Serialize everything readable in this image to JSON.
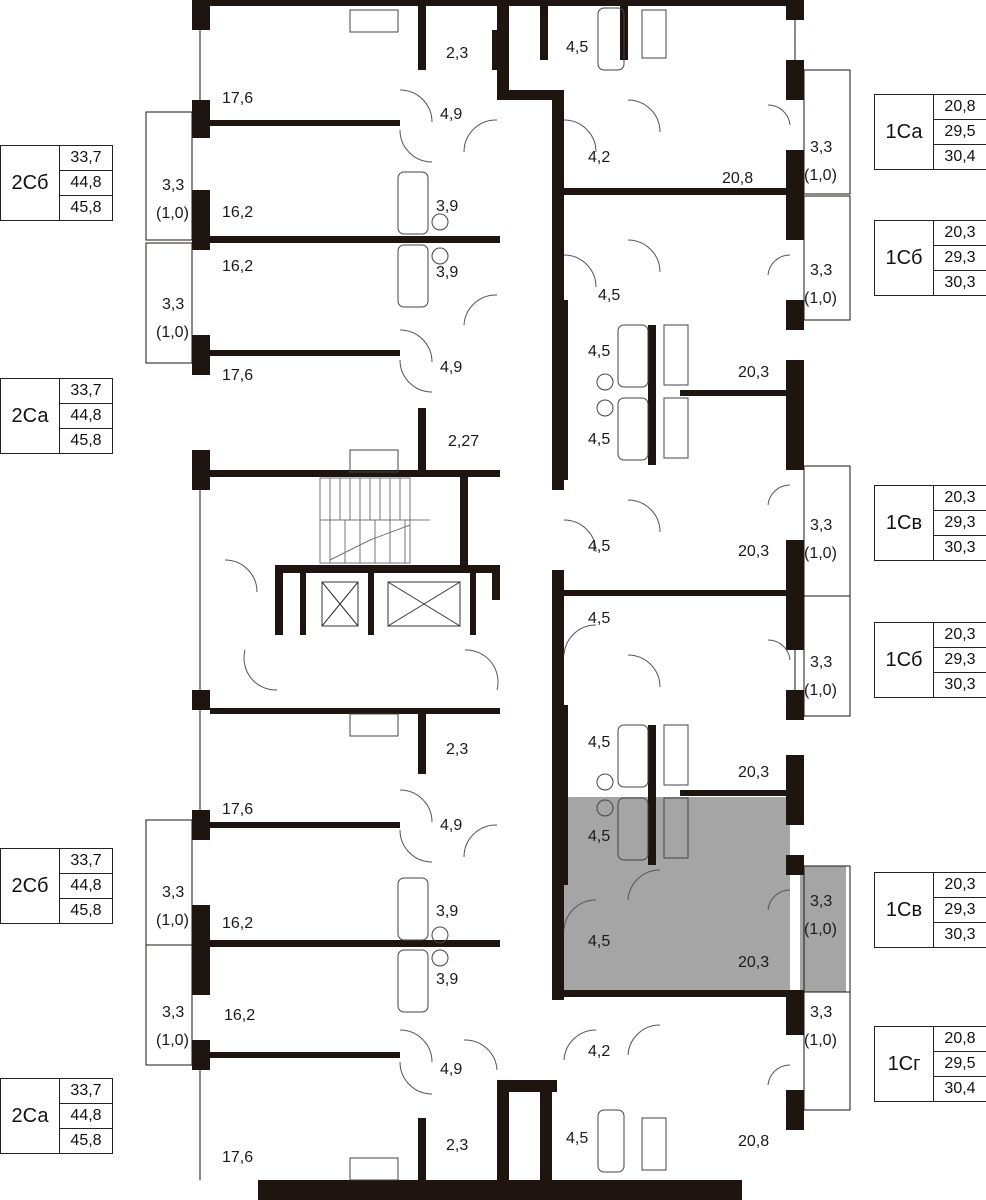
{
  "legend_left": [
    {
      "code": "2Сб",
      "areas": [
        "33,7",
        "44,8",
        "45,8"
      ]
    },
    {
      "code": "2Са",
      "areas": [
        "33,7",
        "44,8",
        "45,8"
      ]
    },
    {
      "code": "2Сб",
      "areas": [
        "33,7",
        "44,8",
        "45,8"
      ]
    },
    {
      "code": "2Са",
      "areas": [
        "33,7",
        "44,8",
        "45,8"
      ]
    }
  ],
  "legend_right": [
    {
      "code": "1Са",
      "areas": [
        "20,8",
        "29,5",
        "30,4"
      ]
    },
    {
      "code": "1Сб",
      "areas": [
        "20,3",
        "29,3",
        "30,3"
      ]
    },
    {
      "code": "1Св",
      "areas": [
        "20,3",
        "29,3",
        "30,3"
      ]
    },
    {
      "code": "1Сб",
      "areas": [
        "20,3",
        "29,3",
        "30,3"
      ]
    },
    {
      "code": "1Св",
      "areas": [
        "20,3",
        "29,3",
        "30,3"
      ]
    },
    {
      "code": "1Сг",
      "areas": [
        "20,8",
        "29,5",
        "30,4"
      ]
    }
  ],
  "room_labels": [
    "17,6",
    "2,3",
    "4,9",
    "16,2",
    "3,9",
    "3,3",
    "(1,0)",
    "16,2",
    "3,9",
    "3,3",
    "(1,0)",
    "17,6",
    "4,9",
    "2,27",
    "17,6",
    "2,3",
    "4,9",
    "16,2",
    "3,9",
    "3,3",
    "(1,0)",
    "3,9",
    "16,2",
    "3,3",
    "(1,0)",
    "4,9",
    "17,6",
    "2,3",
    "4,5",
    "4,2",
    "20,8",
    "3,3",
    "(1,0)",
    "4,5",
    "3,3",
    "(1,0)",
    "4,5",
    "20,3",
    "4,5",
    "4,5",
    "20,3",
    "3,3",
    "(1,0)",
    "4,5",
    "3,3",
    "(1,0)",
    "4,5",
    "20,3",
    "4,5",
    "4,5",
    "20,3",
    "3,3",
    "(1,0)",
    "4,2",
    "3,3",
    "(1,0)",
    "4,5",
    "20,8"
  ],
  "highlight_color": "#a5a5a5",
  "wall_color": "#1e1410"
}
